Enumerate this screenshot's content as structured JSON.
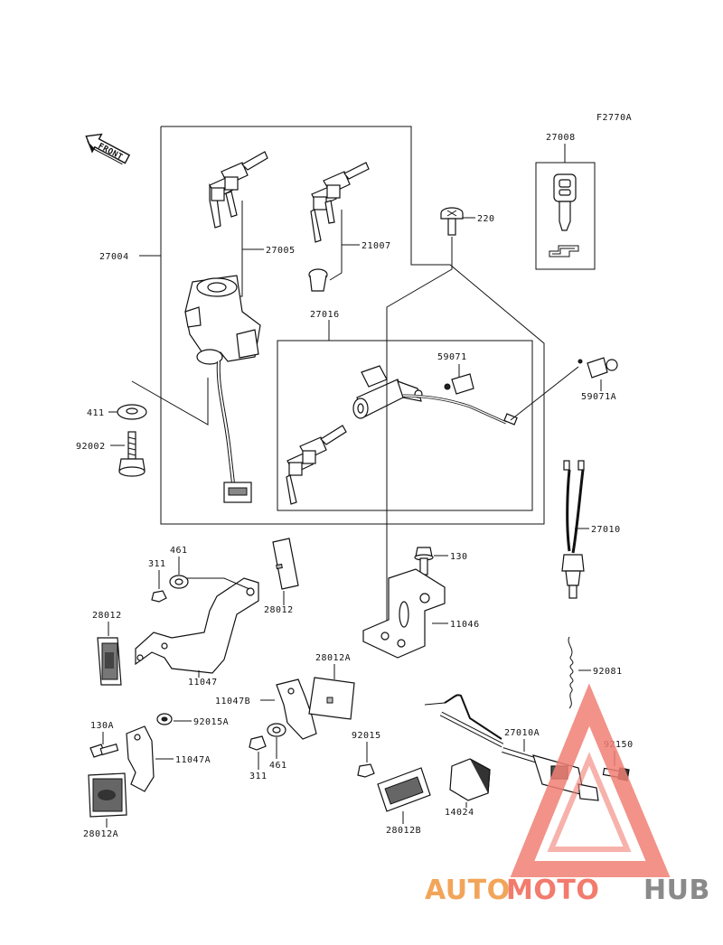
{
  "figure_code": "F2770A",
  "front_label": "FRONT",
  "labels": {
    "p27008": "27008",
    "p220": "220",
    "p27004": "27004",
    "p27005": "27005",
    "p21007": "21007",
    "p27016": "27016",
    "p59071": "59071",
    "p59071A": "59071A",
    "p411": "411",
    "p92002": "92002",
    "p27010": "27010",
    "p461a": "461",
    "p311a": "311",
    "p130": "130",
    "p28012b": "28012",
    "p11046": "11046",
    "p28012a": "28012",
    "p11047": "11047",
    "p92081": "92081",
    "p28012A_top": "28012A",
    "p11047B": "11047B",
    "p130A": "130A",
    "p92015A": "92015A",
    "p11047A": "11047A",
    "p92015": "92015",
    "p27010A": "27010A",
    "p92150": "92150",
    "p311b": "311",
    "p461b": "461",
    "p14024": "14024",
    "p28012A_bot": "28012A",
    "p28012B": "28012B"
  },
  "watermark": {
    "part1": "AUTO",
    "part2": "MOTO",
    "part3": "HUB",
    "color_auto": "#f2a55a",
    "color_moto": "#f27b6d",
    "color_hub": "#8a8a8a",
    "triangle_color": "#f07f73"
  }
}
